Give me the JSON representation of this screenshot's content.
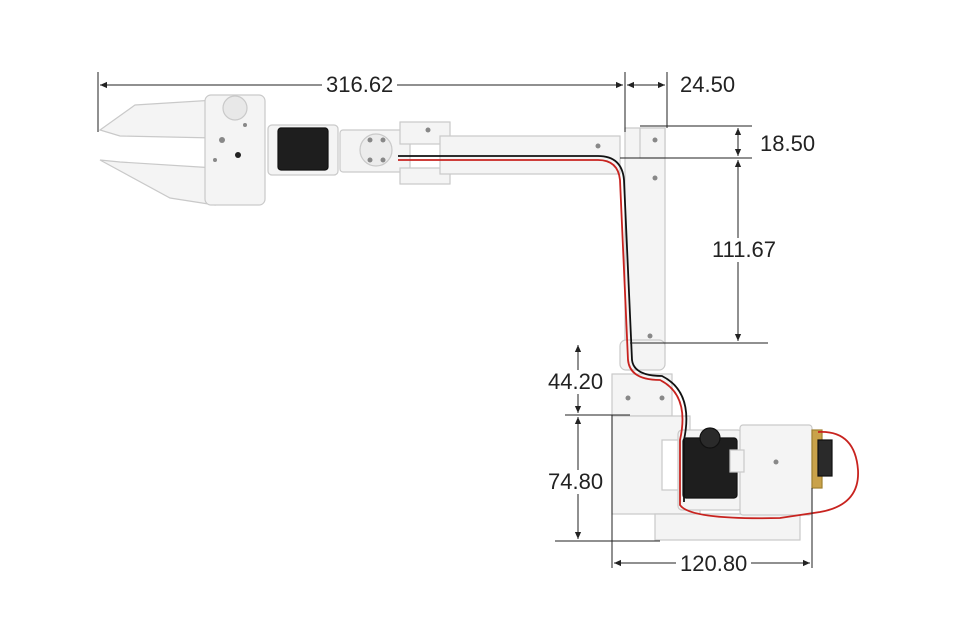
{
  "diagram": {
    "dimensions": {
      "total_reach": "316.62",
      "base_offset": "24.50",
      "shoulder_offset": "18.50",
      "upper_arm": "111.67",
      "elbow_height": "44.20",
      "base_height": "74.80",
      "base_width": "120.80"
    },
    "colors": {
      "line": "#222222",
      "part_fill": "#f4f4f4",
      "part_stroke": "#c9c9c9",
      "servo": "#1e1e1e",
      "wire_red": "#c8231f",
      "wire_black": "#111111",
      "pcb": "#c9a24a"
    }
  }
}
